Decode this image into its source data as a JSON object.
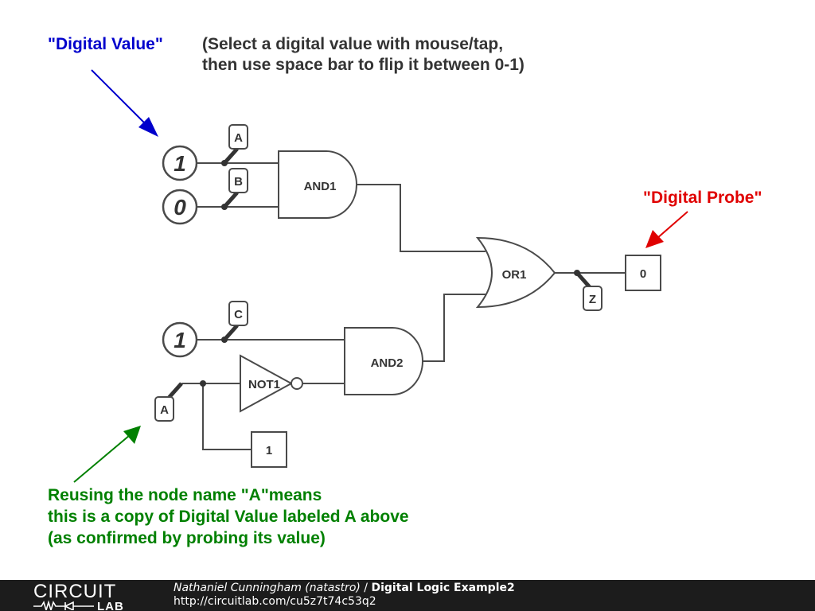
{
  "annotations": {
    "digital_value_label": "\"Digital Value\"",
    "instructions_line1": "(Select a digital value with mouse/tap,",
    "instructions_line2": "then use space bar to flip it between 0-1)",
    "digital_probe_label": "\"Digital Probe\"",
    "reuse_note_line1": "Reusing the node name \"A\"means",
    "reuse_note_line2": "this is a copy of Digital Value labeled A above",
    "reuse_note_line3": "(as confirmed by probing its value)"
  },
  "colors": {
    "digital_value": "#0000cc",
    "digital_probe": "#e00000",
    "reuse_note": "#008000",
    "wire": "#4a4a4a",
    "footer_bg": "#1c1c1c"
  },
  "digital_values": {
    "A": "1",
    "B": "0",
    "C": "1"
  },
  "node_tags": {
    "A": "A",
    "B": "B",
    "C": "C",
    "A_copy": "A",
    "Z": "Z"
  },
  "gates": {
    "and1": "AND1",
    "and2": "AND2",
    "or1": "OR1",
    "not1": "NOT1"
  },
  "probes": {
    "z_probe": "0",
    "a_probe": "1"
  },
  "footer": {
    "logo_top": "CIRCUIT",
    "logo_bottom": "LAB",
    "author": "Nathaniel Cunningham (natastro)",
    "separator": "/",
    "title": "Digital Logic Example2",
    "url": "http://circuitlab.com/cu5z7t74c53q2"
  }
}
